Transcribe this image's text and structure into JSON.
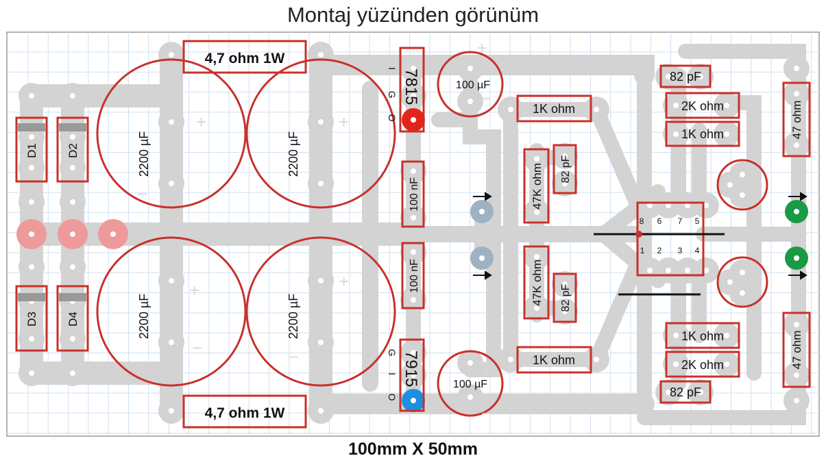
{
  "title": "Montaj yüzünden görünüm",
  "footer": "100mm X 50mm",
  "colors": {
    "outline": "#c8302a",
    "trace": "#d3d3d3",
    "grid": "#cfe0f2",
    "pad_pink": "#ee9a9a",
    "pad_red": "#e0261b",
    "pad_blue": "#1e8fe0",
    "pad_slate": "#9fb2c2",
    "pad_green": "#1a9a45"
  },
  "components": {
    "r_top_power": "4,7 ohm 1W",
    "r_bot_power": "4,7 ohm 1W",
    "c1": "2200 µF",
    "c2": "2200 µF",
    "c3": "2200 µF",
    "c4": "2200 µF",
    "d1": "D1",
    "d2": "D2",
    "d3": "D3",
    "d4": "D4",
    "reg_pos": "7815",
    "reg_neg": "7915",
    "reg_pos_pins": [
      "I",
      "G",
      "O"
    ],
    "reg_neg_pins": [
      "G",
      "I",
      "O"
    ],
    "c_100nf_1": "100 nF",
    "c_100nf_2": "100 nF",
    "c_100uf_1": "100 µF",
    "c_100uf_2": "100 µF",
    "r_1k_mid_top": "1K ohm",
    "r_1k_mid_bot": "1K ohm",
    "r_47k_top": "47K ohm",
    "r_47k_bot": "47K ohm",
    "c_82pf_mid_top": "82 pF",
    "c_82pf_mid_bot": "82 pF",
    "c_82pf_right_top": "82 pF",
    "r_2k_top": "2K ohm",
    "r_1k_right_top": "1K ohm",
    "r_1k_right_bot": "1K ohm",
    "r_2k_bot": "2K ohm",
    "c_82pf_right_bot": "82 pF",
    "r_47_top": "47 ohm",
    "r_47_bot": "47 ohm",
    "ic_pins_top": [
      "8",
      "6",
      "7",
      "5"
    ],
    "ic_pins_bottom": [
      "1",
      "2",
      "3",
      "4"
    ],
    "plus": "+",
    "minus": "−"
  }
}
